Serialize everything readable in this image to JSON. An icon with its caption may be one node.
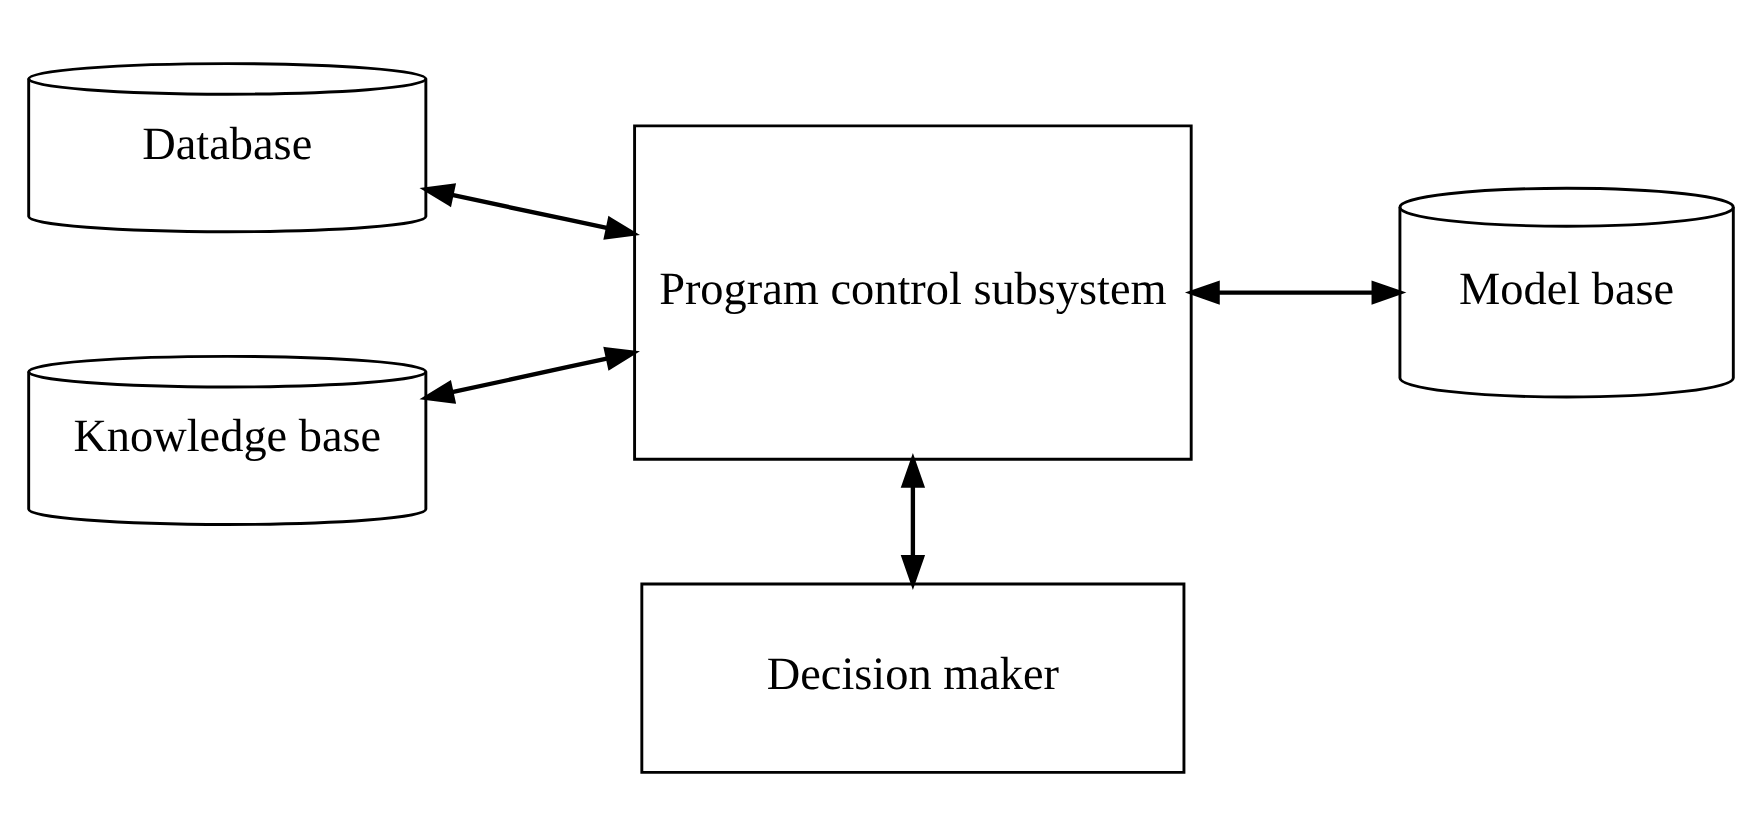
{
  "diagram": {
    "nodes": [
      {
        "text": [
          "Database"
        ]
      },
      {
        "text": [
          "Knowledge base"
        ]
      },
      {
        "text": [
          "Program control subsystem"
        ]
      },
      {
        "text": [
          "Model base"
        ]
      },
      {
        "text": [
          "Decision maker"
        ]
      }
    ],
    "edges": [
      {
        "from": 0,
        "to": 2,
        "arrow": "both"
      },
      {
        "from": 1,
        "to": 2,
        "arrow": "both"
      },
      {
        "from": 2,
        "to": 3,
        "arrow": "both"
      },
      {
        "from": 2,
        "to": 4,
        "arrow": "both"
      }
    ]
  }
}
